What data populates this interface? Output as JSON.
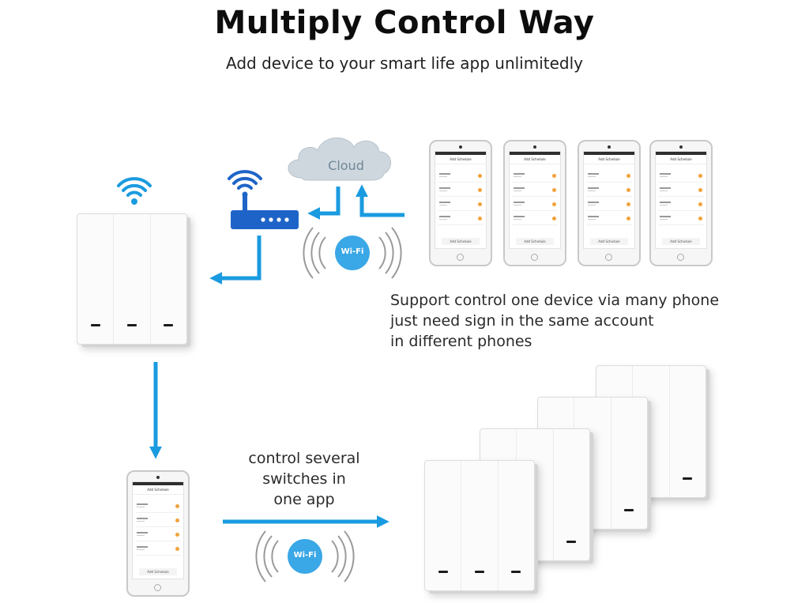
{
  "heading": {
    "title": "Multiply Control Way",
    "subtitle": "Add device to your smart life app unlimitedly"
  },
  "cloud": {
    "label": "Cloud"
  },
  "wifi_badges": [
    "Wi-Fi",
    "Wi-Fi"
  ],
  "caption_multi_phone": [
    "Support control one device via many phone",
    "just need sign in the same account",
    "in different phones"
  ],
  "caption_several_switches": [
    "control several",
    "switches in",
    "one app"
  ],
  "phone_screen": {
    "header": "Add Schedule",
    "button": "Add Schedule"
  },
  "colors": {
    "arrow_blue": "#1a9be0",
    "router_blue": "#1e64c8",
    "wifi_badge": "#3aa7e6",
    "cloud_text": "#6f8797",
    "led": "#1b1b1b"
  },
  "icons": [
    "wifi-signal-icon",
    "router-icon",
    "cloud-icon",
    "wifi-badge-icon",
    "arrow-icon"
  ]
}
